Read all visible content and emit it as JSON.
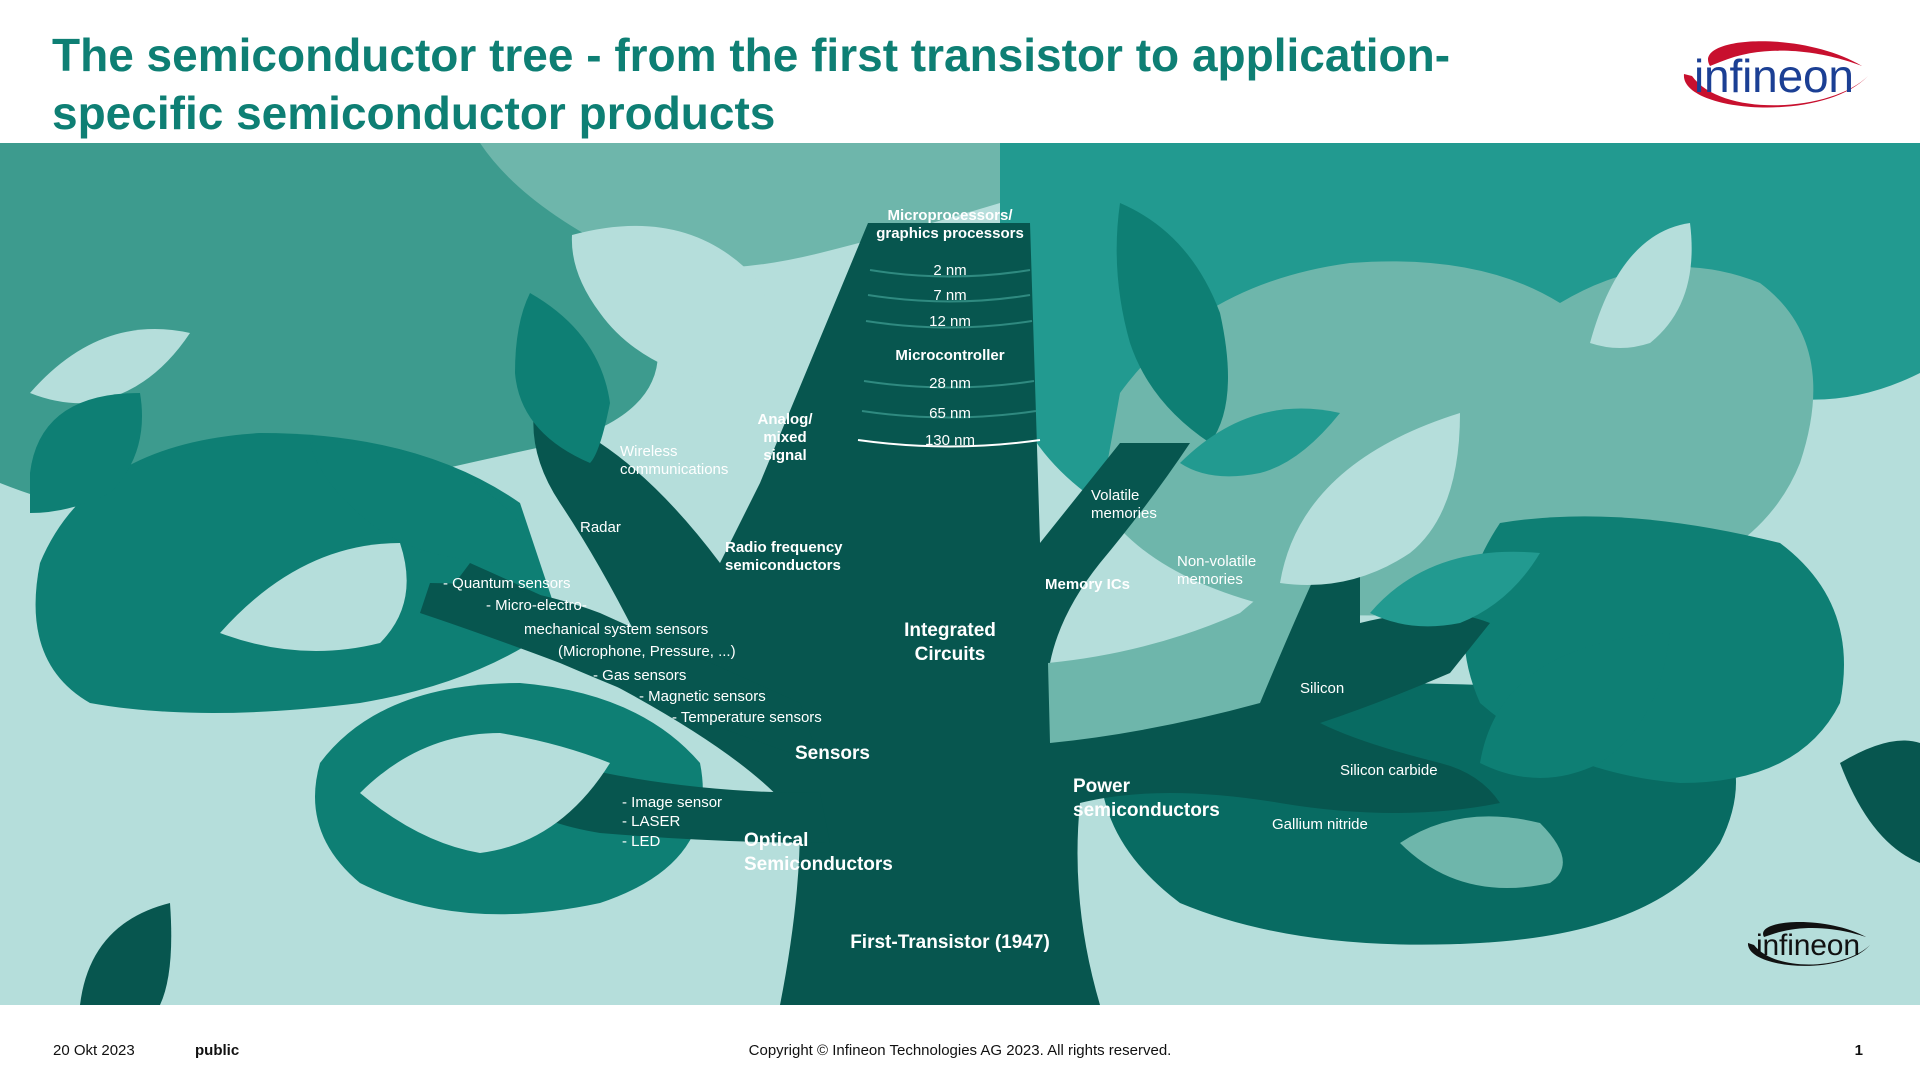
{
  "slide": {
    "title": "The semiconductor tree - from the first transistor to application-specific semiconductor products"
  },
  "logo": {
    "text": "infineon",
    "ring_color": "#c8102e",
    "text_color": "#1b3f94"
  },
  "colors": {
    "brand_teal": "#0e7f74",
    "trunk": "#07564f",
    "canopy_light": "#6eb6ab",
    "canopy_mid": "#3d9b8e",
    "leaf_pale": "#b5dedb"
  },
  "tree": {
    "root": "First-Transistor (1947)",
    "integrated_circuits": {
      "label": "Integrated Circuits",
      "microprocessors": "Microprocessors/ graphics processors",
      "processor_nodes": [
        "2 nm",
        "7 nm",
        "12 nm"
      ],
      "microcontroller": "Microcontroller",
      "controller_nodes": [
        "28 nm",
        "65 nm",
        "130 nm"
      ],
      "analog": "Analog/ mixed signal",
      "rf": "Radio frequency semiconductors",
      "wireless": "Wireless communications",
      "radar": "Radar",
      "memory": "Memory ICs",
      "volatile": "Volatile memories",
      "non_volatile": "Non-volatile memories"
    },
    "sensors": {
      "label": "Sensors",
      "items": [
        "- Quantum sensors",
        "- Micro-electro-",
        "mechanical system sensors",
        "(Microphone, Pressure, ...)",
        "- Gas sensors",
        "- Magnetic sensors",
        "- Temperature sensors"
      ]
    },
    "optical": {
      "label": "Optical Semiconductors",
      "items": [
        "- Image sensor",
        "- LASER",
        "- LED"
      ]
    },
    "power": {
      "label": "Power semiconductors",
      "items": [
        "Silicon",
        "Silicon carbide",
        "Gallium nitride"
      ]
    }
  },
  "footer": {
    "date": "20 Okt 2023",
    "classification": "public",
    "copyright": "Copyright © Infineon Technologies AG 2023. All rights reserved.",
    "page": "1"
  }
}
